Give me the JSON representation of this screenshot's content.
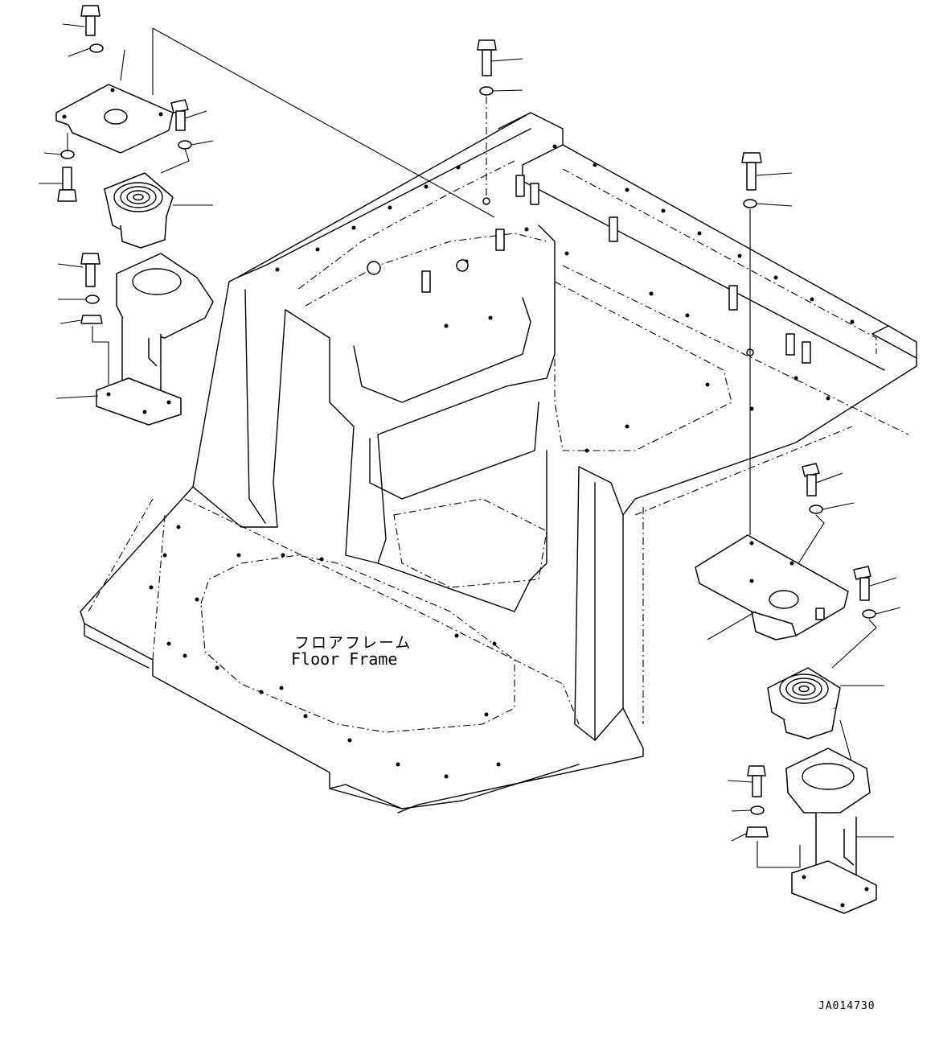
{
  "diagram": {
    "label_japanese": "フロアフレーム",
    "label_english": "Floor Frame",
    "drawing_code": "JA014730"
  }
}
